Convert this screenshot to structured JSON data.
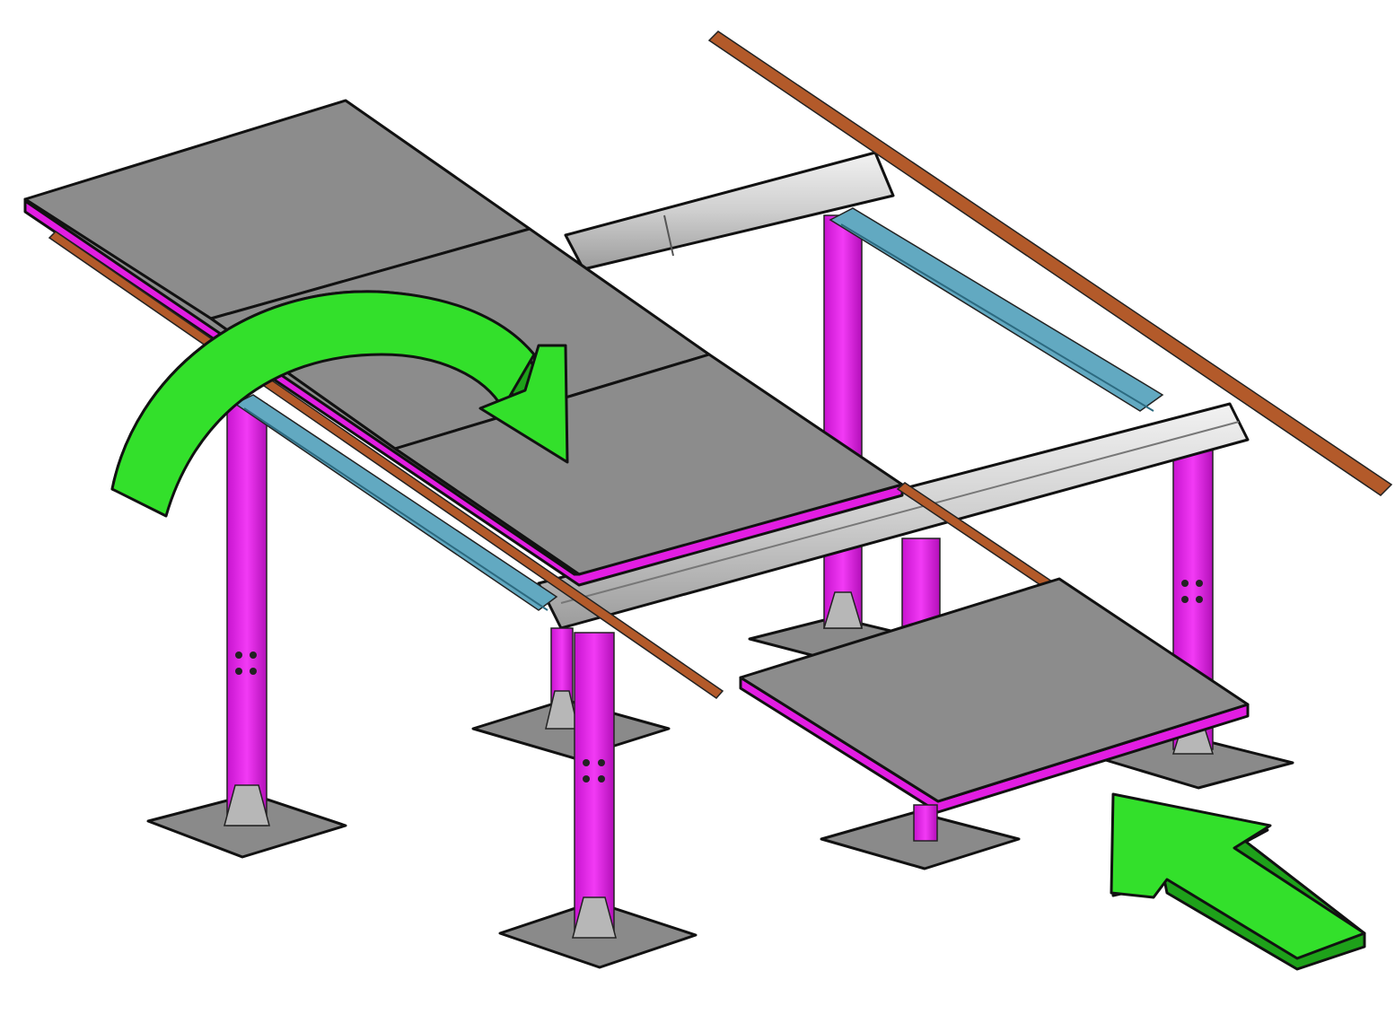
{
  "figure": {
    "kind": "isometric assembly illustration",
    "parts": [
      "floor-panel",
      "stringer",
      "pedestal",
      "base-plate",
      "rail",
      "direction-arrow"
    ]
  },
  "colors": {
    "panel": "#8c8c8c",
    "panel_edge": "#e21de2",
    "pedestal": "#e11fe6",
    "base_plate": "#8a8a8a",
    "stringer_light": "#d2d2d2",
    "stringer_blue": "#62a9c1",
    "rail": "#b35a2a",
    "arrow": "#33e02b",
    "arrow_dark": "#1ea11a"
  },
  "icons": [
    "curved-rotate-arrow-icon",
    "insert-arrow-icon"
  ]
}
